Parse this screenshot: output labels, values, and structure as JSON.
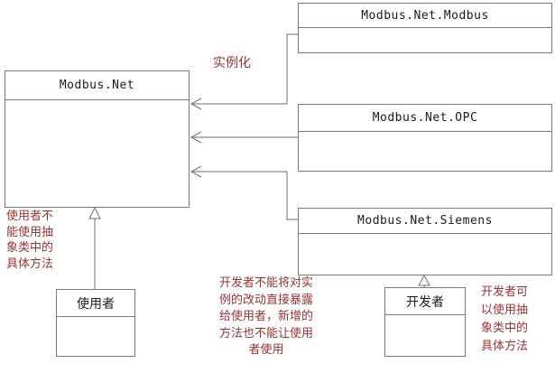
{
  "boxes": {
    "modbus": {
      "title": "Modbus.Net.Modbus"
    },
    "net": {
      "title": "Modbus.Net"
    },
    "opc": {
      "title": "Modbus.Net.OPC"
    },
    "siemens": {
      "title": "Modbus.Net.Siemens"
    },
    "user": {
      "title": "使用者"
    },
    "developer": {
      "title": "开发者"
    }
  },
  "labels": {
    "instantiate": "实例化",
    "user_note": "使用者不\n能使用抽\n象类中的\n具体方法",
    "developer_note": "开发者不能将对实\n例的改动直接暴露\n给使用者，新增的\n方法也不能让使用\n者使用",
    "developer_ability_note": "开发者可\n以使用抽\n象类中的\n具体方法"
  },
  "colors": {
    "annotation": "#993333",
    "line": "#6e6e6e",
    "border": "#7a7a7a"
  }
}
